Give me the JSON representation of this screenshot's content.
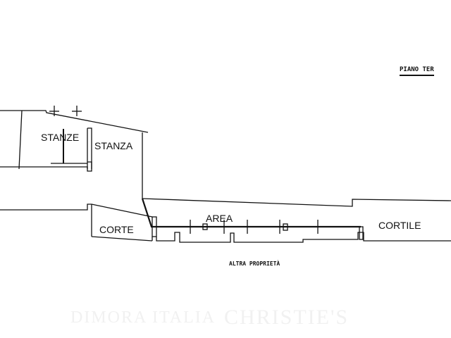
{
  "plan": {
    "title": "PIANO TER",
    "rooms": {
      "stanze": "STANZE",
      "stanza": "STANZA",
      "corte": "CORTE",
      "area": "AREA",
      "cortile": "CORTILE"
    },
    "neighbor_label": "ALTRA PROPRIETÀ"
  },
  "watermark": {
    "left": "DIMORA ITALIA",
    "right": "CHRISTIE'S"
  }
}
